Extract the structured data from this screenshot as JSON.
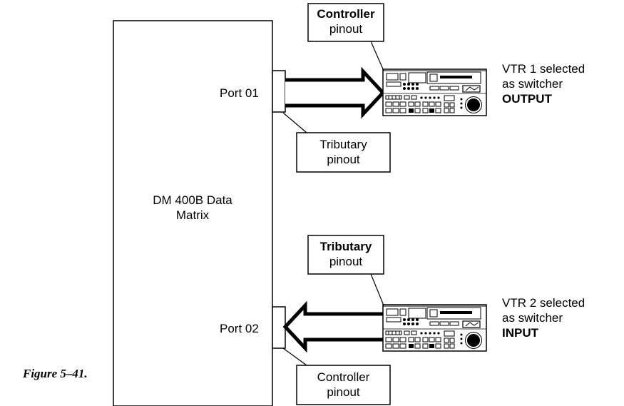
{
  "figure": {
    "caption": "Figure 5–41."
  },
  "matrix": {
    "label_line1": "DM 400B Data",
    "label_line2": "Matrix"
  },
  "ports": {
    "port1": "Port 01",
    "port2": "Port 02"
  },
  "top_section": {
    "callout_top": {
      "line1": "Controller",
      "line2": "pinout"
    },
    "callout_bottom": {
      "line1": "Tributary",
      "line2": "pinout"
    },
    "vtr": {
      "line1": "VTR 1 selected",
      "line2": "as switcher",
      "line3": "OUTPUT"
    }
  },
  "bottom_section": {
    "callout_top": {
      "line1": "Tributary",
      "line2": "pinout"
    },
    "callout_bottom": {
      "line1": "Controller",
      "line2": "pinout"
    },
    "vtr": {
      "line1": "VTR 2 selected",
      "line2": "as switcher",
      "line3": "INPUT"
    }
  },
  "arrows": {
    "top_direction": "to-vtr",
    "bottom_direction": "to-matrix"
  }
}
